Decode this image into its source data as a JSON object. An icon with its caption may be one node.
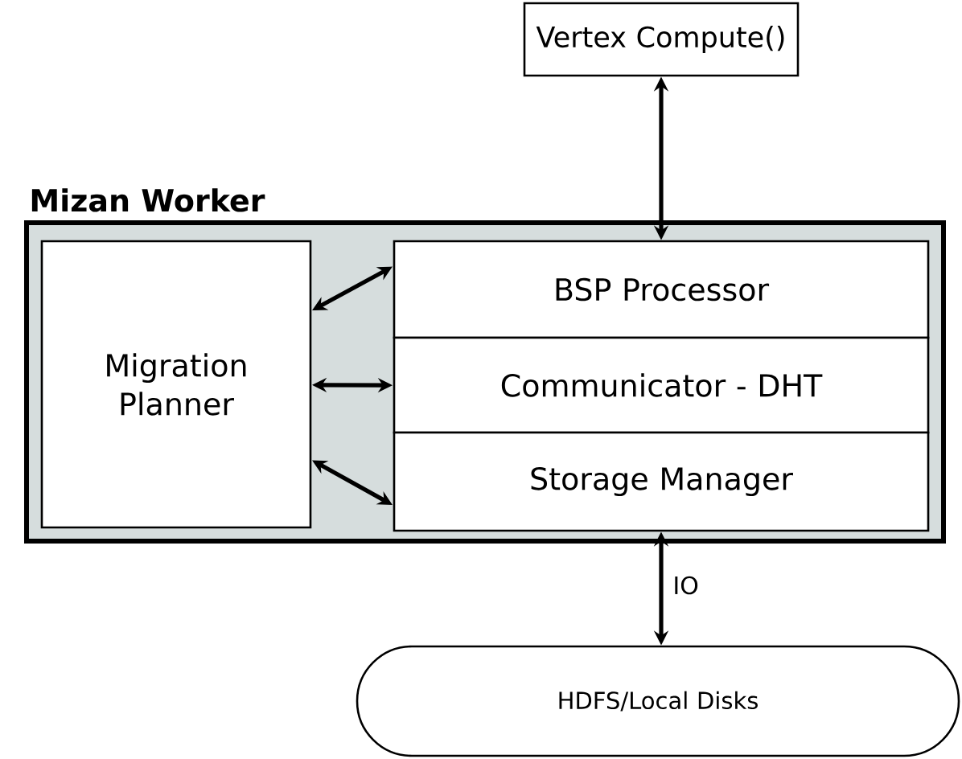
{
  "diagram": {
    "nodes": [
      {
        "text": [
          "Vertex Compute()"
        ]
      },
      {
        "text": [
          "Mizan Worker"
        ]
      },
      {
        "text": [
          "Migration Planner"
        ],
        "in": 1
      },
      {
        "text": [
          "BSP Processor"
        ],
        "in": 1
      },
      {
        "text": [
          "Communicator - DHT"
        ],
        "in": 1
      },
      {
        "text": [
          "Storage Manager"
        ],
        "in": 1
      },
      {
        "text": [
          "HDFS/Local Disks"
        ]
      }
    ],
    "edges": [
      {
        "from": 0,
        "to": 3,
        "arrow": "both"
      },
      {
        "from": 2,
        "to": 3,
        "arrow": "both"
      },
      {
        "from": 2,
        "to": 4,
        "arrow": "both"
      },
      {
        "from": 2,
        "to": 5,
        "arrow": "both"
      },
      {
        "from": 5,
        "to": 6,
        "arrow": "both",
        "label": "IO"
      }
    ]
  }
}
